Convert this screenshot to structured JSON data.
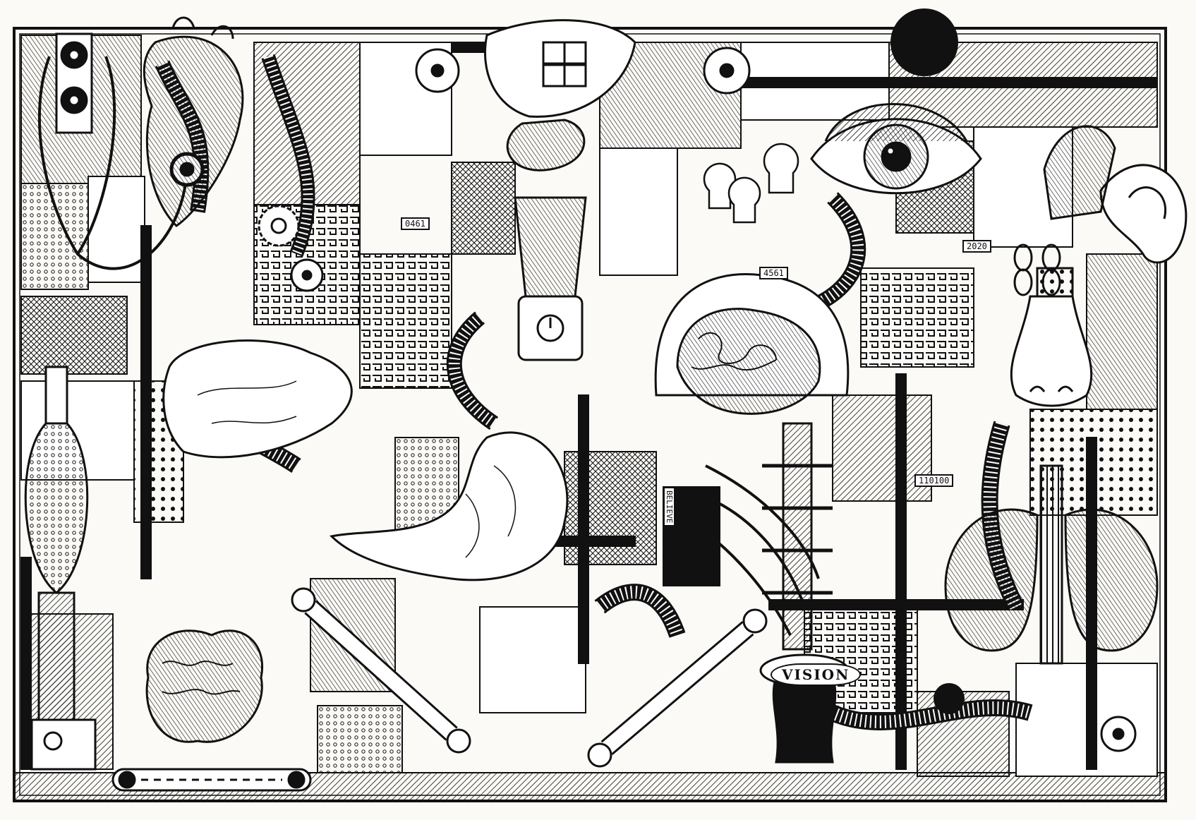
{
  "labels": {
    "vision": "VISION",
    "binary": "110100",
    "year": "2020",
    "counter_a": "4561",
    "counter_b": "0461",
    "believe": "BELIEVE"
  },
  "colors": {
    "ink": "#111111",
    "paper": "#fbfaf7"
  },
  "figures": [
    "heart",
    "stethoscope",
    "brain-dome",
    "small-brain",
    "eye",
    "ear",
    "nose",
    "lungs",
    "stomach",
    "liver",
    "jaw-teeth",
    "bones",
    "light-bulbs",
    "blender",
    "flask",
    "gears",
    "pipes",
    "conveyor-belt"
  ]
}
